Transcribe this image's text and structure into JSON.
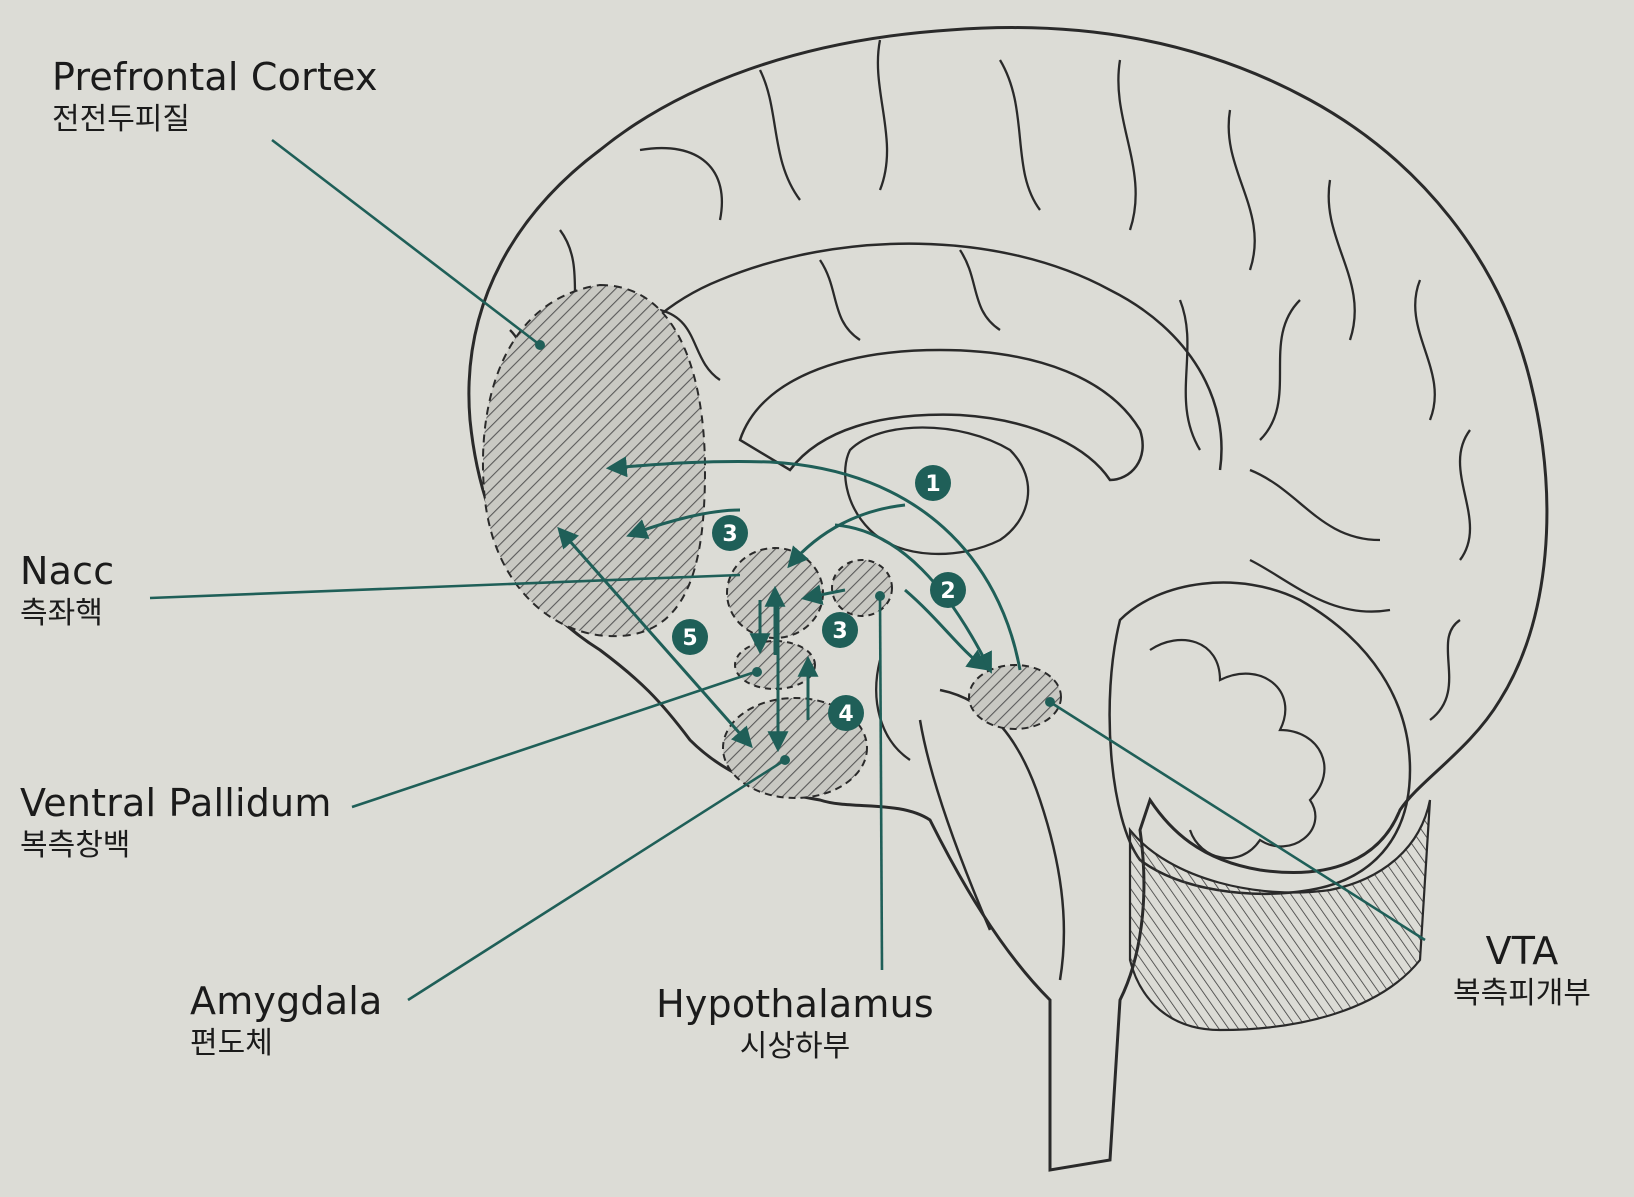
{
  "colors": {
    "background": "#dcdcd6",
    "outline": "#2a2a2a",
    "accent": "#1f5f58",
    "hatch": "#555555",
    "region_fill": "#c9c9c3"
  },
  "labels": {
    "prefrontal_en": "Prefrontal Cortex",
    "prefrontal_ko": "전전두피질",
    "nacc_en": "Nacc",
    "nacc_ko": "측좌핵",
    "ventral_pallidum_en": "Ventral Pallidum",
    "ventral_pallidum_ko": "복측창백",
    "amygdala_en": "Amygdala",
    "amygdala_ko": "편도체",
    "hypothalamus_en": "Hypothalamus",
    "hypothalamus_ko": "시상하부",
    "vta_en": "VTA",
    "vta_ko": "복측피개부"
  },
  "pathway_markers": {
    "m1": "1",
    "m2": "2",
    "m3a": "3",
    "m3b": "3",
    "m4": "4",
    "m5": "5"
  }
}
